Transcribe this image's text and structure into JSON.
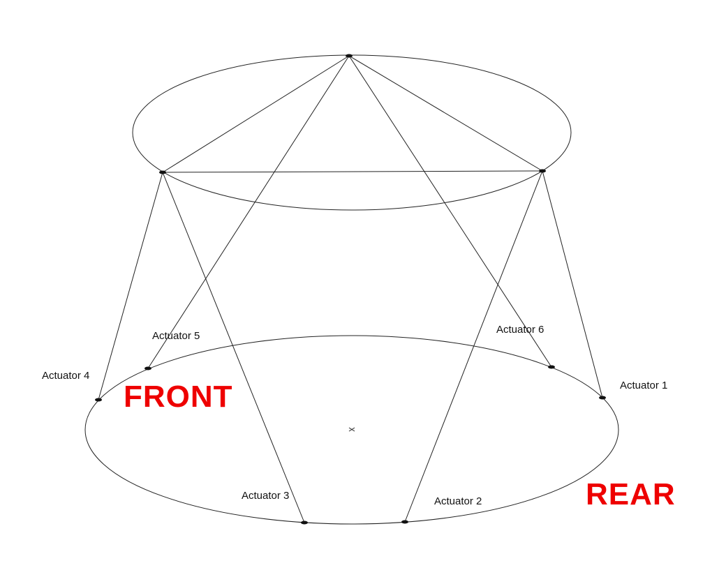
{
  "diagram": {
    "front_label": "FRONT",
    "rear_label": "REAR",
    "accent_color": "#ee0000",
    "actuators": [
      {
        "id": "1",
        "label": "Actuator 1"
      },
      {
        "id": "2",
        "label": "Actuator 2"
      },
      {
        "id": "3",
        "label": "Actuator 3"
      },
      {
        "id": "4",
        "label": "Actuator 4"
      },
      {
        "id": "5",
        "label": "Actuator 5"
      },
      {
        "id": "6",
        "label": "Actuator 6"
      }
    ]
  }
}
